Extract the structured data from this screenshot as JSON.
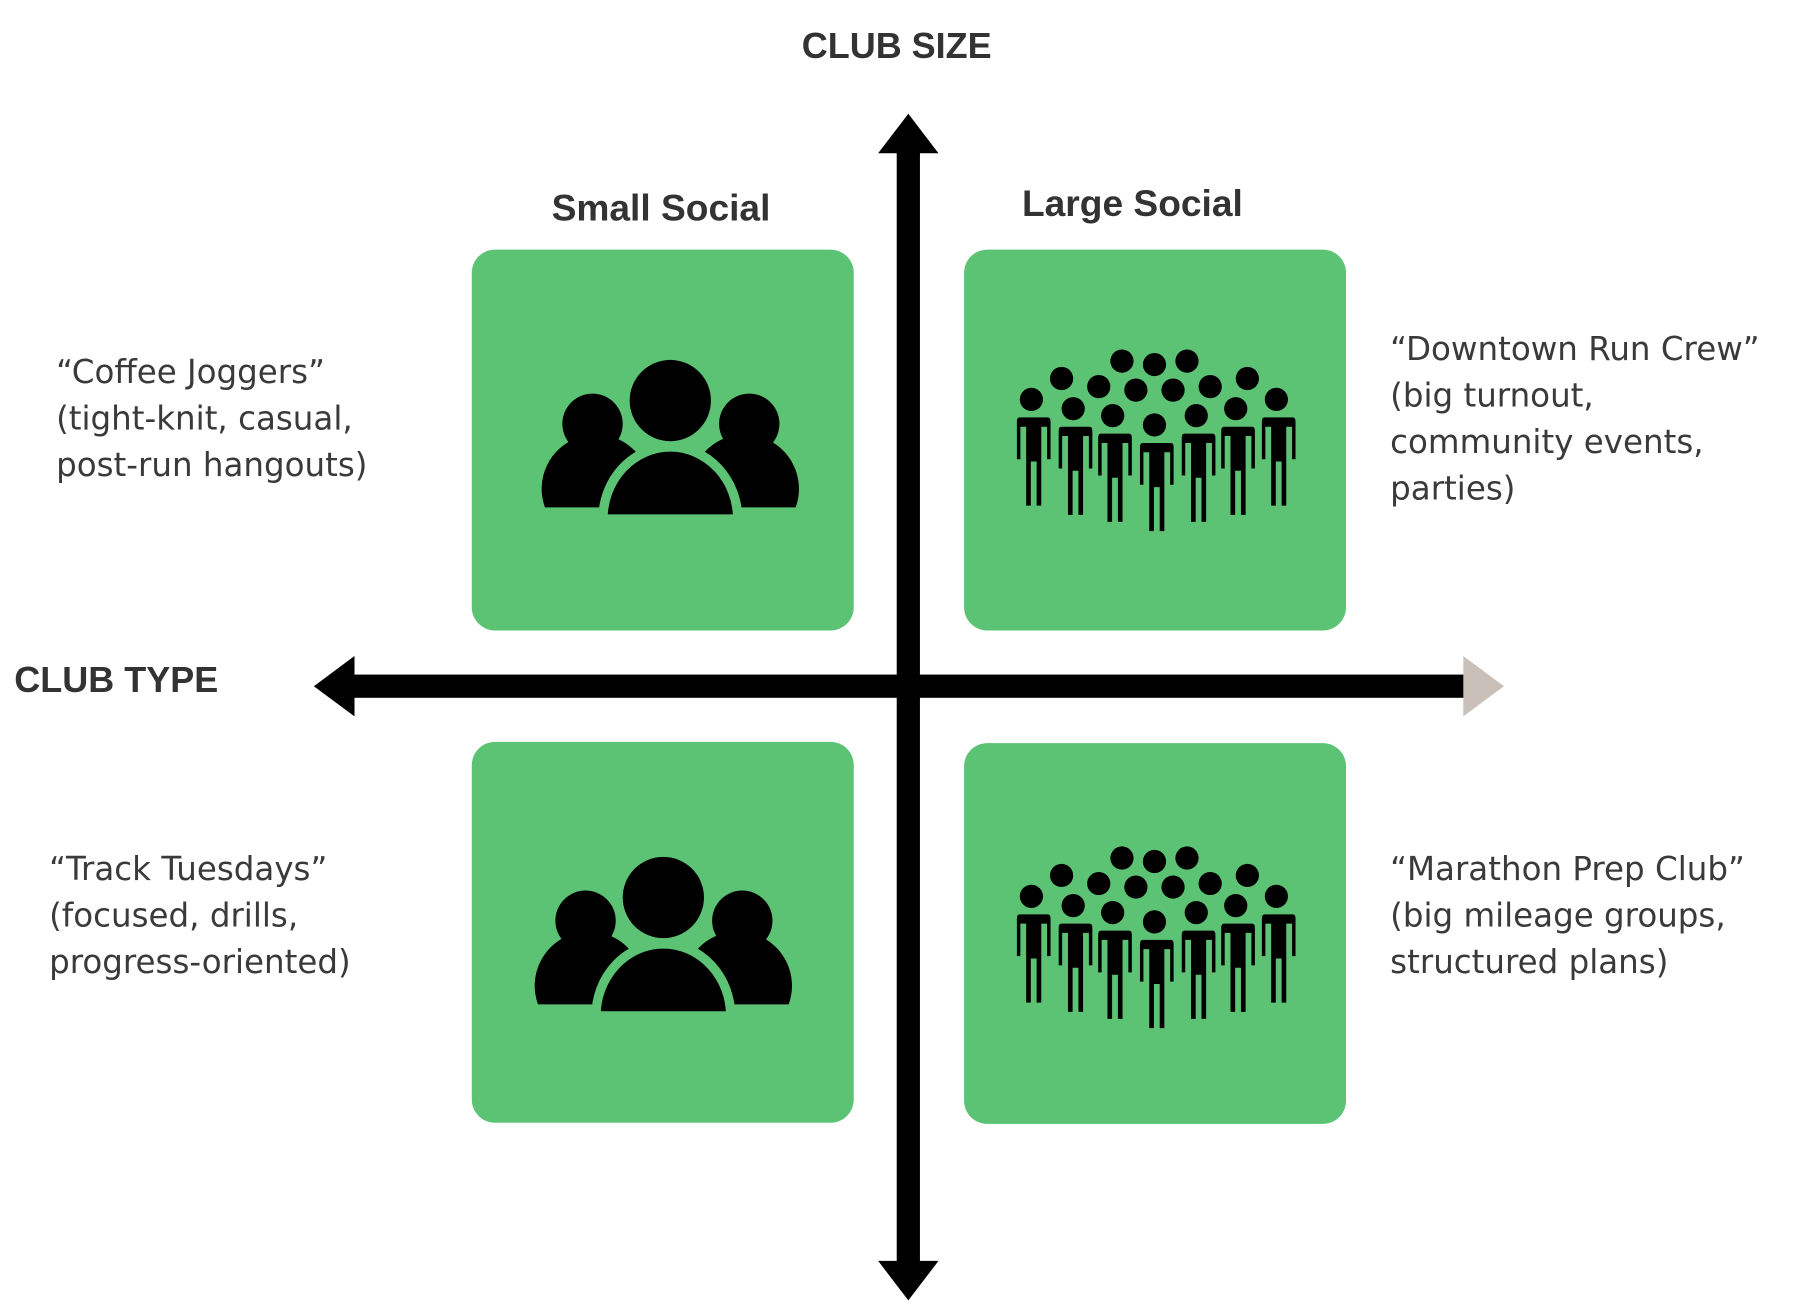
{
  "axes": {
    "vertical_label": "CLUB SIZE",
    "horizontal_label": "CLUB TYPE"
  },
  "quadrant_titles": {
    "top_left": "Small Social",
    "top_right": "Large Social"
  },
  "colors": {
    "box": "#5cc375",
    "axis": "#000000",
    "right_arrowhead": "#c9c0b9",
    "text": "#333333"
  },
  "descriptions": {
    "top_left": [
      "“Coffee Joggers”",
      "(tight-knit, casual,",
      "post-run hangouts)"
    ],
    "top_right": [
      "“Downtown Run Crew”",
      "(big turnout,",
      "community events,",
      "parties)"
    ],
    "bottom_left": [
      "“Track Tuesdays”",
      "(focused, drills,",
      "progress-oriented)"
    ],
    "bottom_right": [
      "“Marathon Prep Club”",
      "(big mileage groups,",
      "structured plans)"
    ]
  },
  "icons": {
    "top_left": "small-group-icon",
    "top_right": "crowd-icon",
    "bottom_left": "small-group-icon",
    "bottom_right": "crowd-icon"
  }
}
